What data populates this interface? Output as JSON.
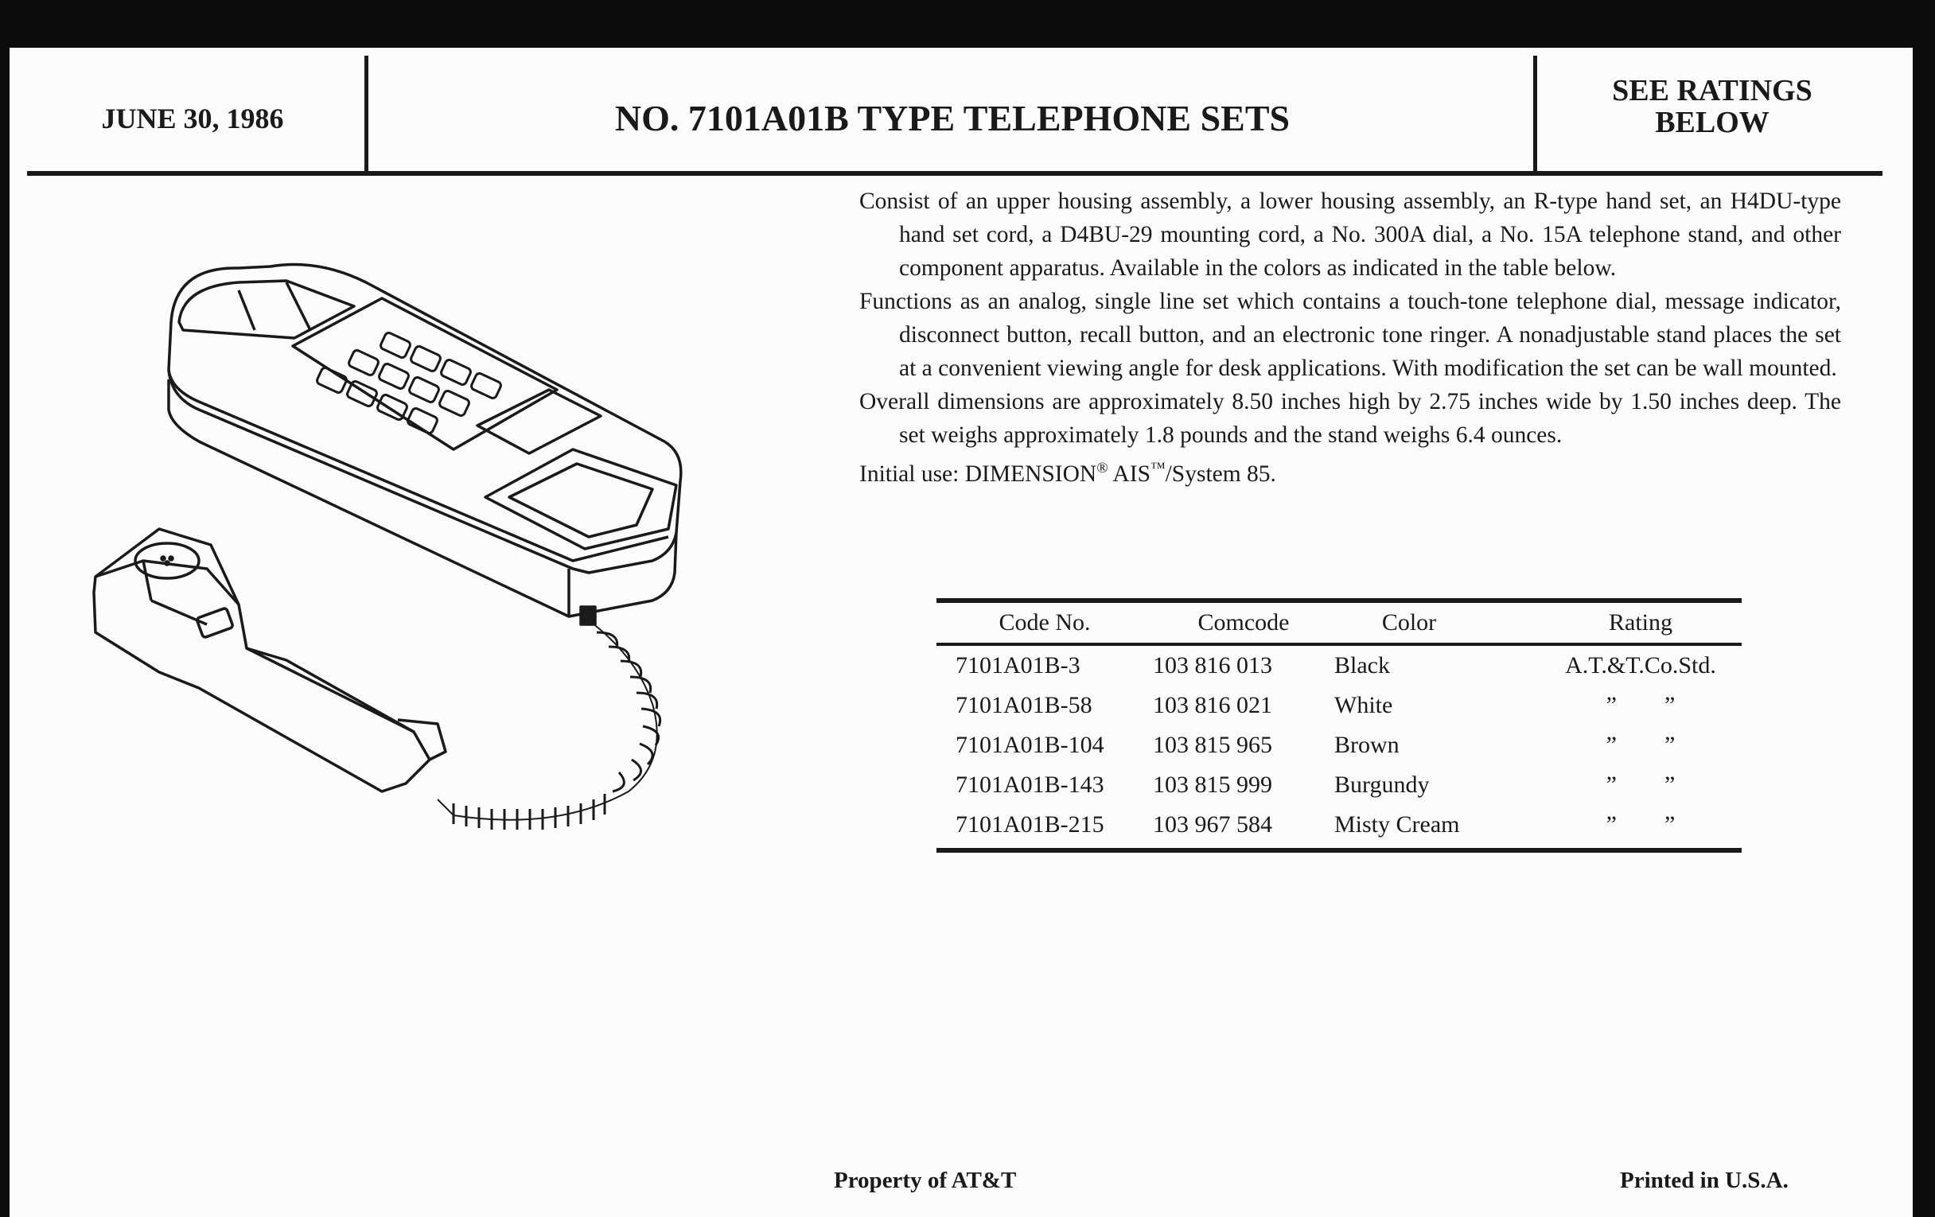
{
  "header": {
    "date": "JUNE 30, 1986",
    "title": "NO. 7101A01B TYPE TELEPHONE SETS",
    "ratings_line1": "SEE RATINGS",
    "ratings_line2": "BELOW"
  },
  "description": {
    "p1": "Consist of an upper housing assembly, a lower housing assembly, an R-type hand set, an H4DU-type hand set cord, a D4BU-29 mounting cord, a No. 300A dial, a No. 15A telephone stand, and other component apparatus. Available in the colors as indicated in the table below.",
    "p2": "Functions as an analog, single line set which contains a touch-tone telephone dial, message indicator, disconnect button, recall button, and an electronic tone ringer. A nonadjustable stand places the set at a convenient viewing angle for desk applications. With modification the set can be wall mounted.",
    "p3": "Overall dimensions are approximately 8.50 inches high by 2.75 inches wide by 1.50 inches deep. The set weighs approximately 1.8 pounds and the stand weighs 6.4 ounces.",
    "p4_prefix": "Initial use: DIMENSION",
    "p4_reg": "®",
    "p4_mid": " AIS",
    "p4_tm": "™",
    "p4_suffix": "/System 85."
  },
  "table": {
    "headers": [
      "Code No.",
      "Comcode",
      "Color",
      "Rating"
    ],
    "rows": [
      [
        "7101A01B-3",
        "103 816 013",
        "Black",
        "A.T.&T.Co.Std."
      ],
      [
        "7101A01B-58",
        "103 816 021",
        "White",
        "”        ”"
      ],
      [
        "7101A01B-104",
        "103 815 965",
        "Brown",
        "”        ”"
      ],
      [
        "7101A01B-143",
        "103 815 999",
        "Burgundy",
        "”        ”"
      ],
      [
        "7101A01B-215",
        "103 967 584",
        "Misty Cream",
        "”        ”"
      ]
    ]
  },
  "footer": {
    "property": "Property of AT&T",
    "printed": "Printed in U.S.A."
  }
}
